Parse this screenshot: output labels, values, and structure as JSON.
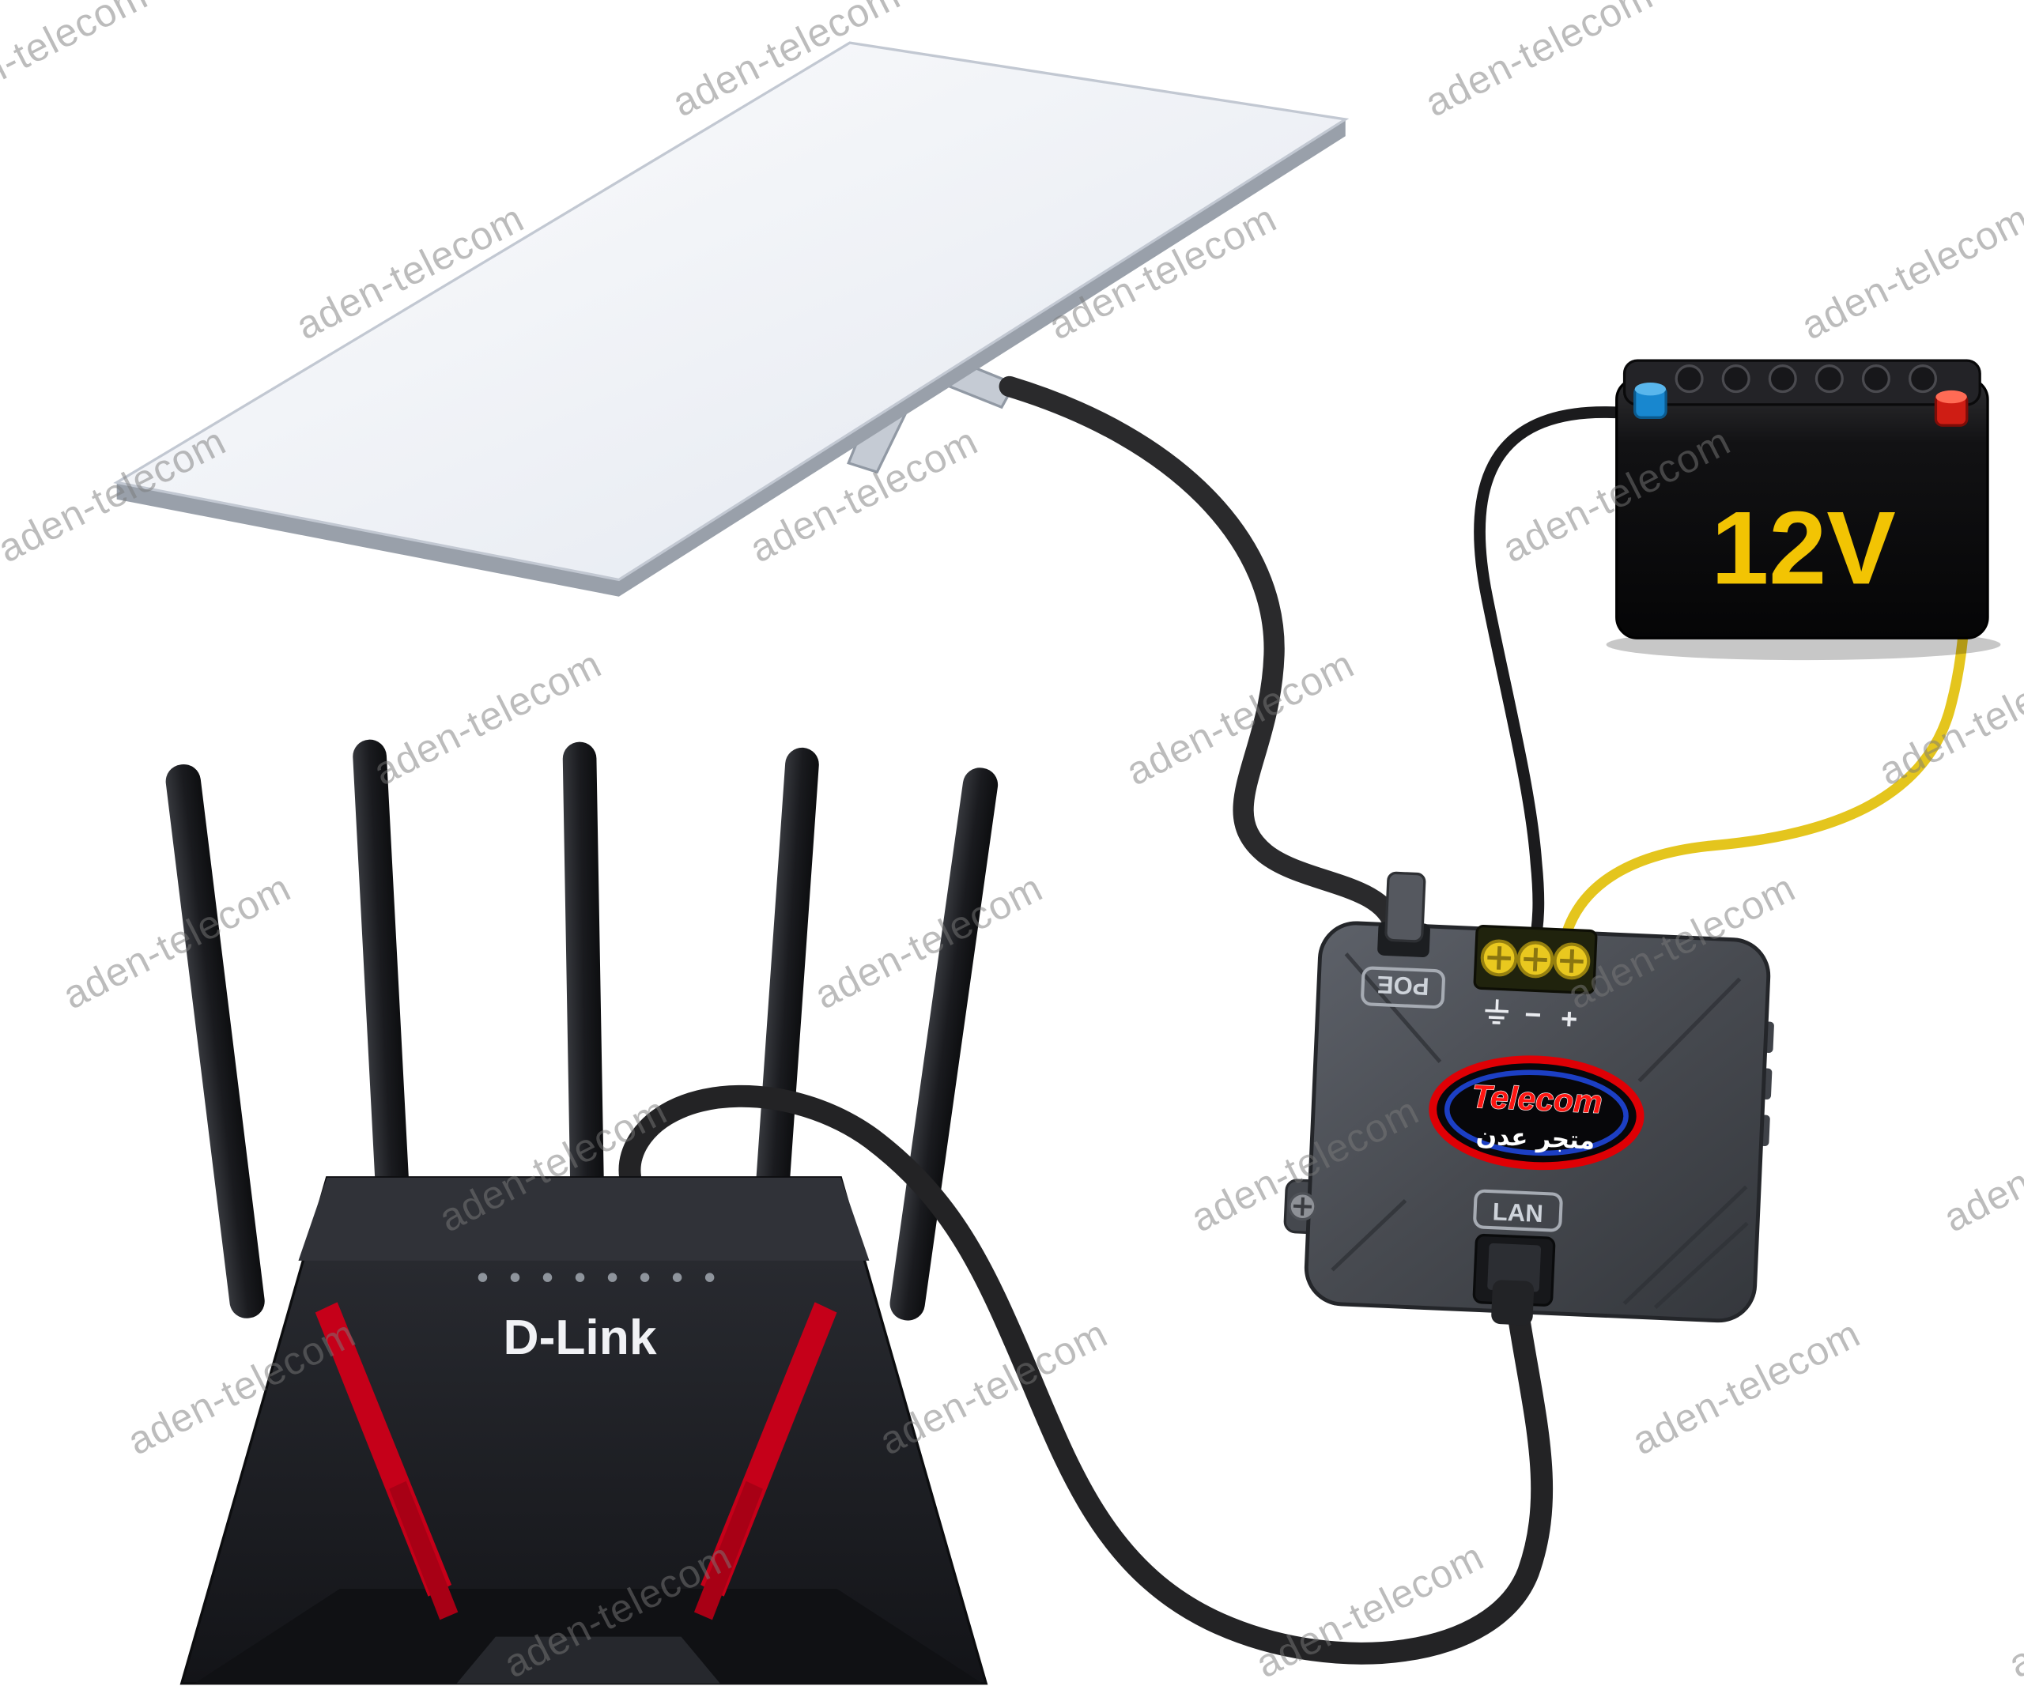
{
  "watermark": {
    "text": "aden-telecom"
  },
  "battery": {
    "label": "12V"
  },
  "router": {
    "brand": "D-Link"
  },
  "poe_injector": {
    "poe_port_label": "POE",
    "lan_port_label": "LAN",
    "terminal_labels": [
      "⏚",
      "−",
      "+"
    ],
    "logo": {
      "line1": "Telecom",
      "line2": "متجر عدن"
    }
  },
  "colors": {
    "battery_label": "#f2c403",
    "router_accent": "#c50019",
    "positive_wire": "#e4c51d",
    "negative_wire": "#1b1b1d",
    "logo_red": "#e00000",
    "watermark": "#7a7a7a"
  }
}
